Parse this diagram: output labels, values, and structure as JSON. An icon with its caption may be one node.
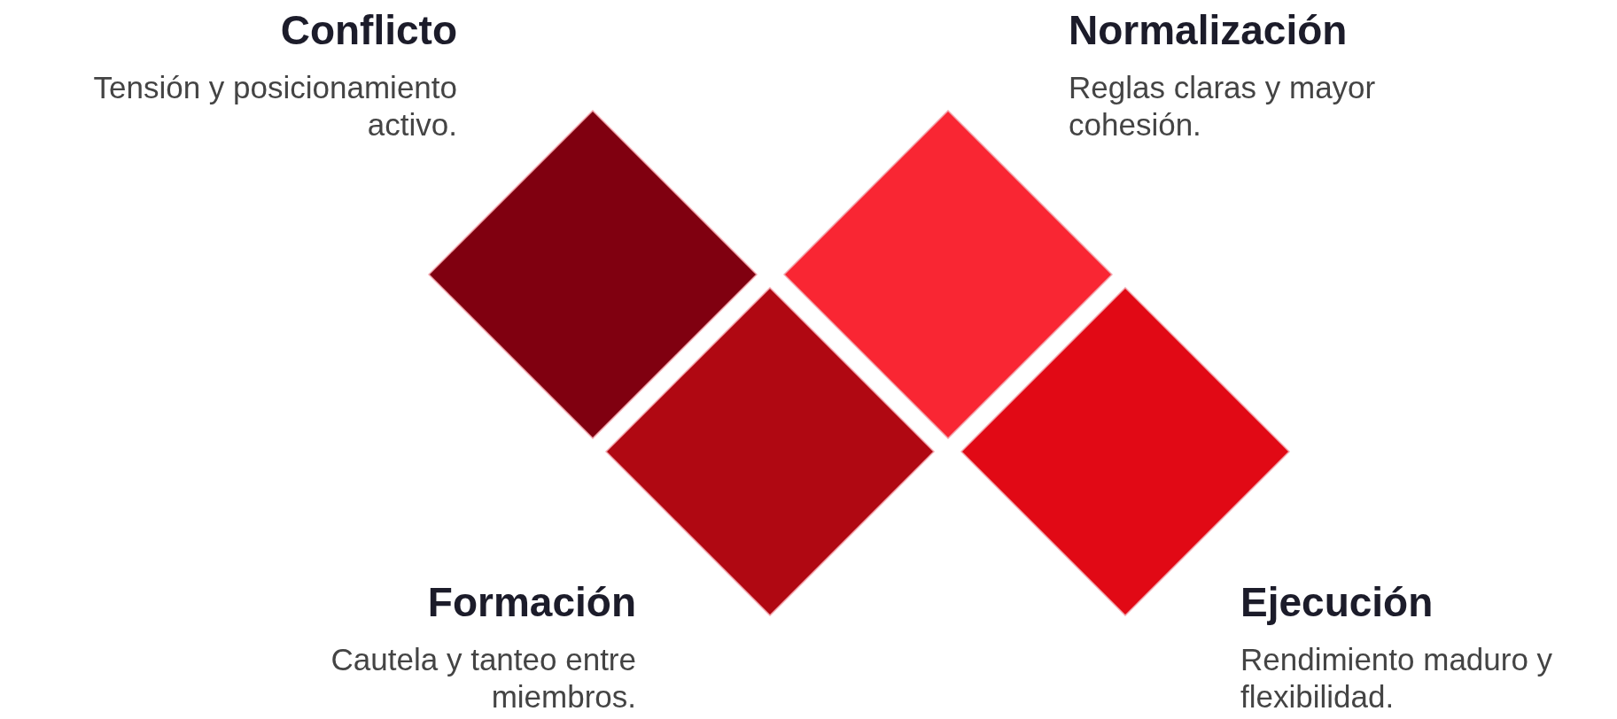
{
  "diagram": {
    "nodes": [
      {
        "text": [],
        "shape": "diamond",
        "beside": [
          "Conflicto",
          "Tensión y posicionamiento activo."
        ]
      },
      {
        "text": [],
        "shape": "diamond",
        "beside": [
          "Formación",
          "Cautela y tanteo entre miembros."
        ]
      },
      {
        "text": [],
        "shape": "diamond",
        "beside": [
          "Normalización",
          "Reglas claras y mayor cohesión."
        ]
      },
      {
        "text": [],
        "shape": "diamond",
        "beside": [
          "Ejecución",
          "Rendimiento maduro y flexibilidad."
        ]
      }
    ]
  }
}
